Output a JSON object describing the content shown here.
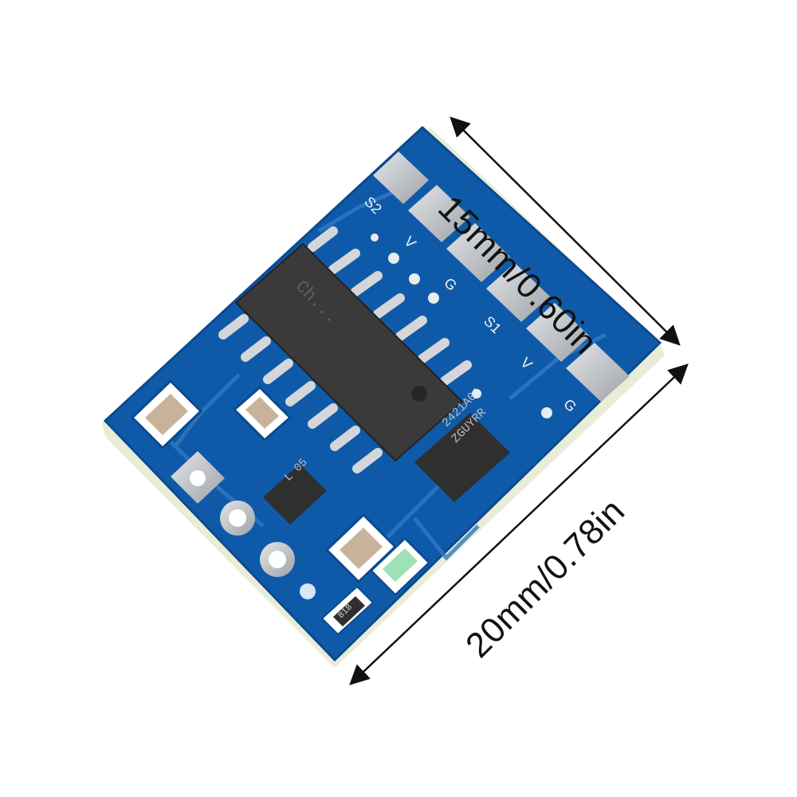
{
  "dimensions": {
    "width_label": "15mm/0.60in",
    "height_label": "20mm/0.78in"
  },
  "board": {
    "silkscreen": {
      "s2": "S2",
      "s1": "S1",
      "v_top": "V",
      "g_top": "G",
      "v_bottom": "V",
      "g_bottom": "G"
    },
    "ic_marking": "Ch...",
    "regulator_marking": "2421A01",
    "regulator_marking_2": "ZGUYRR",
    "transistor_marking": "L 05",
    "resistor_marking": "818",
    "colors": {
      "pcb": "#0f5aa8",
      "pcb_edge": "#e9edd8",
      "pad": "#c7c9cc",
      "ic": "#3a3a3a"
    }
  }
}
